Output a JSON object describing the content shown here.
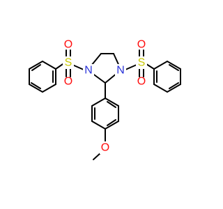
{
  "molecule": {
    "atom_labels": {
      "n_left": "N",
      "n_right": "N",
      "s_left": "S",
      "s_right": "S",
      "o_left_top": "O",
      "o_left_bottom": "O",
      "o_right_top": "O",
      "o_right_bottom": "O",
      "o_methoxy": "O"
    },
    "colors": {
      "bond": "#000000",
      "nitrogen": "#2a33d8",
      "sulfur": "#c8c800",
      "oxygen": "#ff0d0d"
    }
  }
}
